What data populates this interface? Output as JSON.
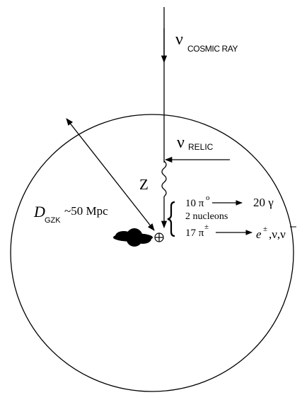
{
  "labels": {
    "nu_cosmic": {
      "symbol": "ν",
      "sub": "COSMIC RAY"
    },
    "nu_relic": {
      "symbol": "ν",
      "sub": "RELIC"
    },
    "z": "Z",
    "d_gzk": {
      "symbol": "D",
      "sub": "GZK",
      "value": "~50 Mpc"
    },
    "pi0": "10 π",
    "pi0_sup": "o",
    "nucleons": "2 nucleons",
    "pipm": "17 π",
    "pipm_sup": "±",
    "gamma": "20 γ",
    "leptons": "e",
    "leptons_sup": "±",
    "neutrinos": ",ν,ν"
  },
  "colors": {
    "ink": "#000000",
    "background": "#ffffff"
  }
}
